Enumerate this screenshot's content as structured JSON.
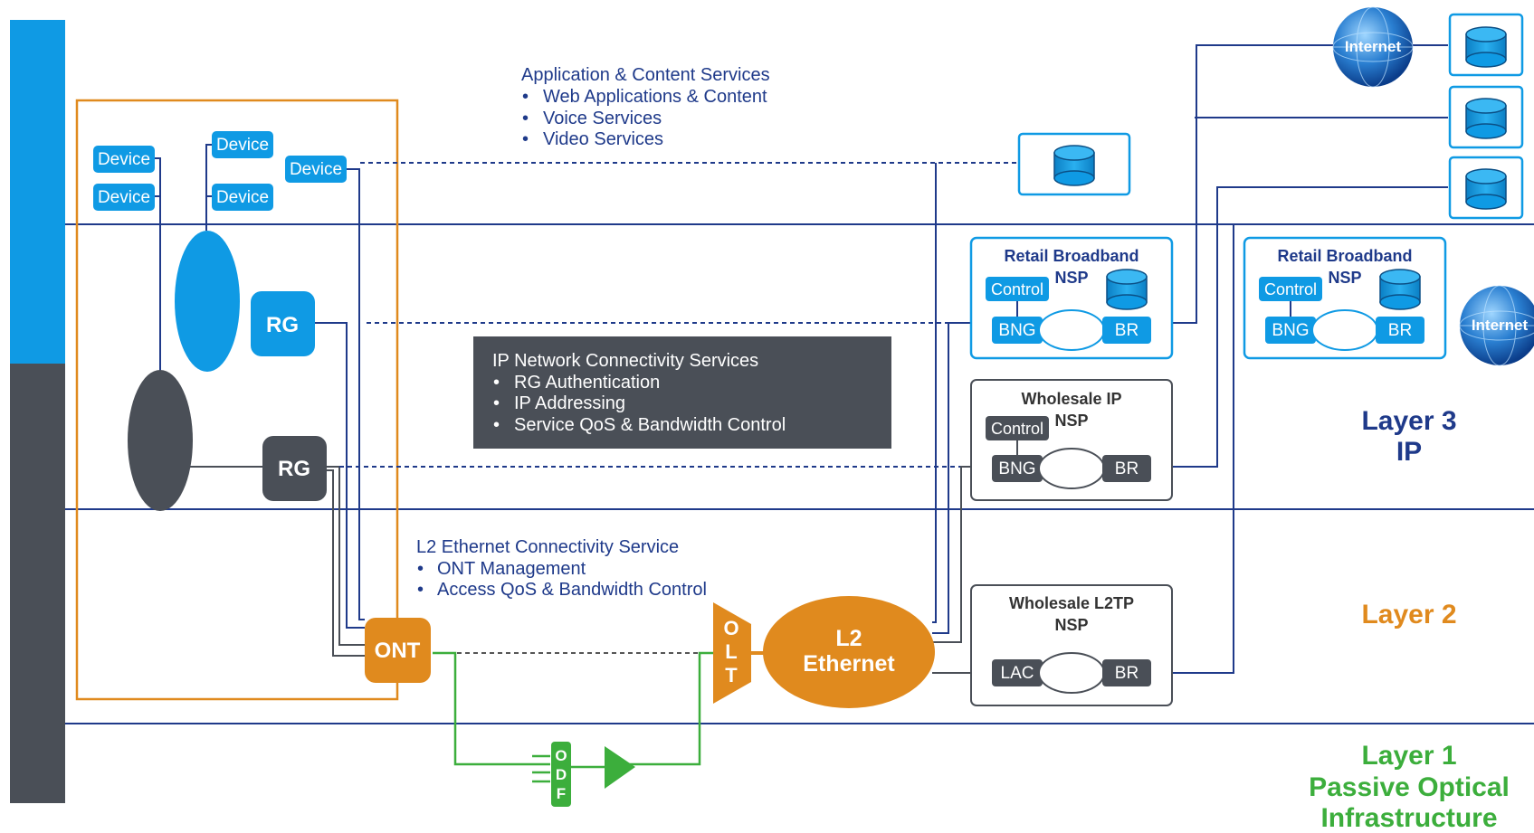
{
  "app_services": {
    "title": "Application & Content Services",
    "items": [
      "Web Applications & Content",
      "Voice Services",
      "Video Services"
    ]
  },
  "ip_services": {
    "title": "IP Network Connectivity Services",
    "items": [
      "RG Authentication",
      "IP Addressing",
      "Service QoS & Bandwidth Control"
    ]
  },
  "l2_services": {
    "title": "L2 Ethernet Connectivity Service",
    "items": [
      "ONT Management",
      "Access QoS & Bandwidth Control"
    ]
  },
  "devices": [
    "Device",
    "Device",
    "Device",
    "Device",
    "Device"
  ],
  "rg_label": "RG",
  "ont_label": "ONT",
  "olt_letters": [
    "O",
    "L",
    "T"
  ],
  "odf_letters": [
    "O",
    "D",
    "F"
  ],
  "l2_ethernet": [
    "L2",
    "Ethernet"
  ],
  "internet_label": "Internet",
  "retail_nsp": {
    "title": "Retail Broadband",
    "sub": "NSP"
  },
  "wholesale_ip_nsp": {
    "title": "Wholesale IP",
    "sub": "NSP"
  },
  "wholesale_l2tp_nsp": {
    "title": "Wholesale L2TP",
    "sub": "NSP"
  },
  "control_label": "Control",
  "bng_label": "BNG",
  "br_label": "BR",
  "lac_label": "LAC",
  "layers": {
    "l3": [
      "Layer 3",
      "IP"
    ],
    "l2": [
      "Layer 2"
    ],
    "l1": [
      "Layer 1",
      "Passive Optical",
      "Infrastructure"
    ]
  },
  "colors": {
    "blue": "#0f9ae4",
    "dark": "#4a4f57",
    "orange": "#e08a1e",
    "green": "#3cae3c",
    "navy": "#1f3a8a"
  }
}
